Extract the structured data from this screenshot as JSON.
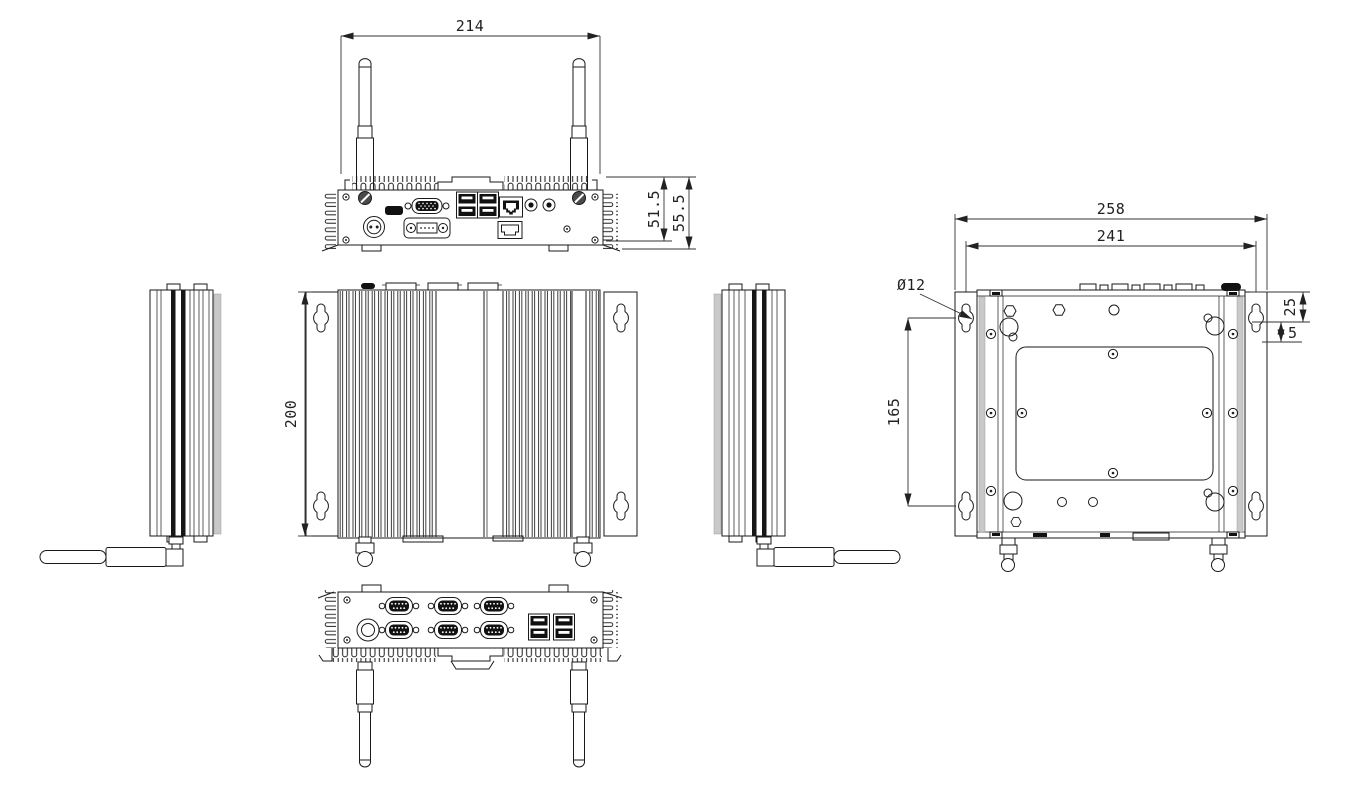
{
  "drawing": {
    "background": "#ffffff",
    "line_color": "#1a1a1a",
    "dark_fill": "#111111",
    "shade_color": "#c9c9c9"
  },
  "dims": {
    "front": {
      "width": "214",
      "height_body": "51.5",
      "height_total": "55.5"
    },
    "top": {
      "depth": "200"
    },
    "bottom": {
      "width_overall": "258",
      "mount_span_width": "241",
      "mount_hole_diameter": "Ø12",
      "mount_span_height": "165",
      "bracket_top_offset": "25",
      "bracket_edge_offset": "5"
    }
  }
}
